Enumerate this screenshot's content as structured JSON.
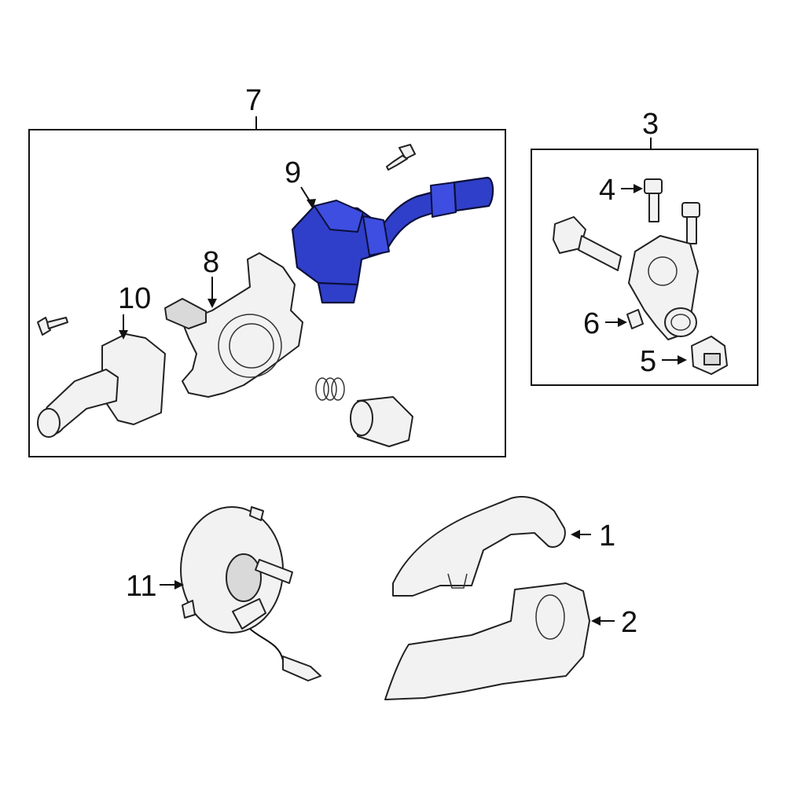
{
  "highlight_color": "#2f3fc9",
  "callouts": {
    "c1": "1",
    "c2": "2",
    "c3": "3",
    "c4": "4",
    "c5": "5",
    "c6": "6",
    "c7": "7",
    "c8": "8",
    "c9": "9",
    "c10": "10",
    "c11": "11"
  }
}
